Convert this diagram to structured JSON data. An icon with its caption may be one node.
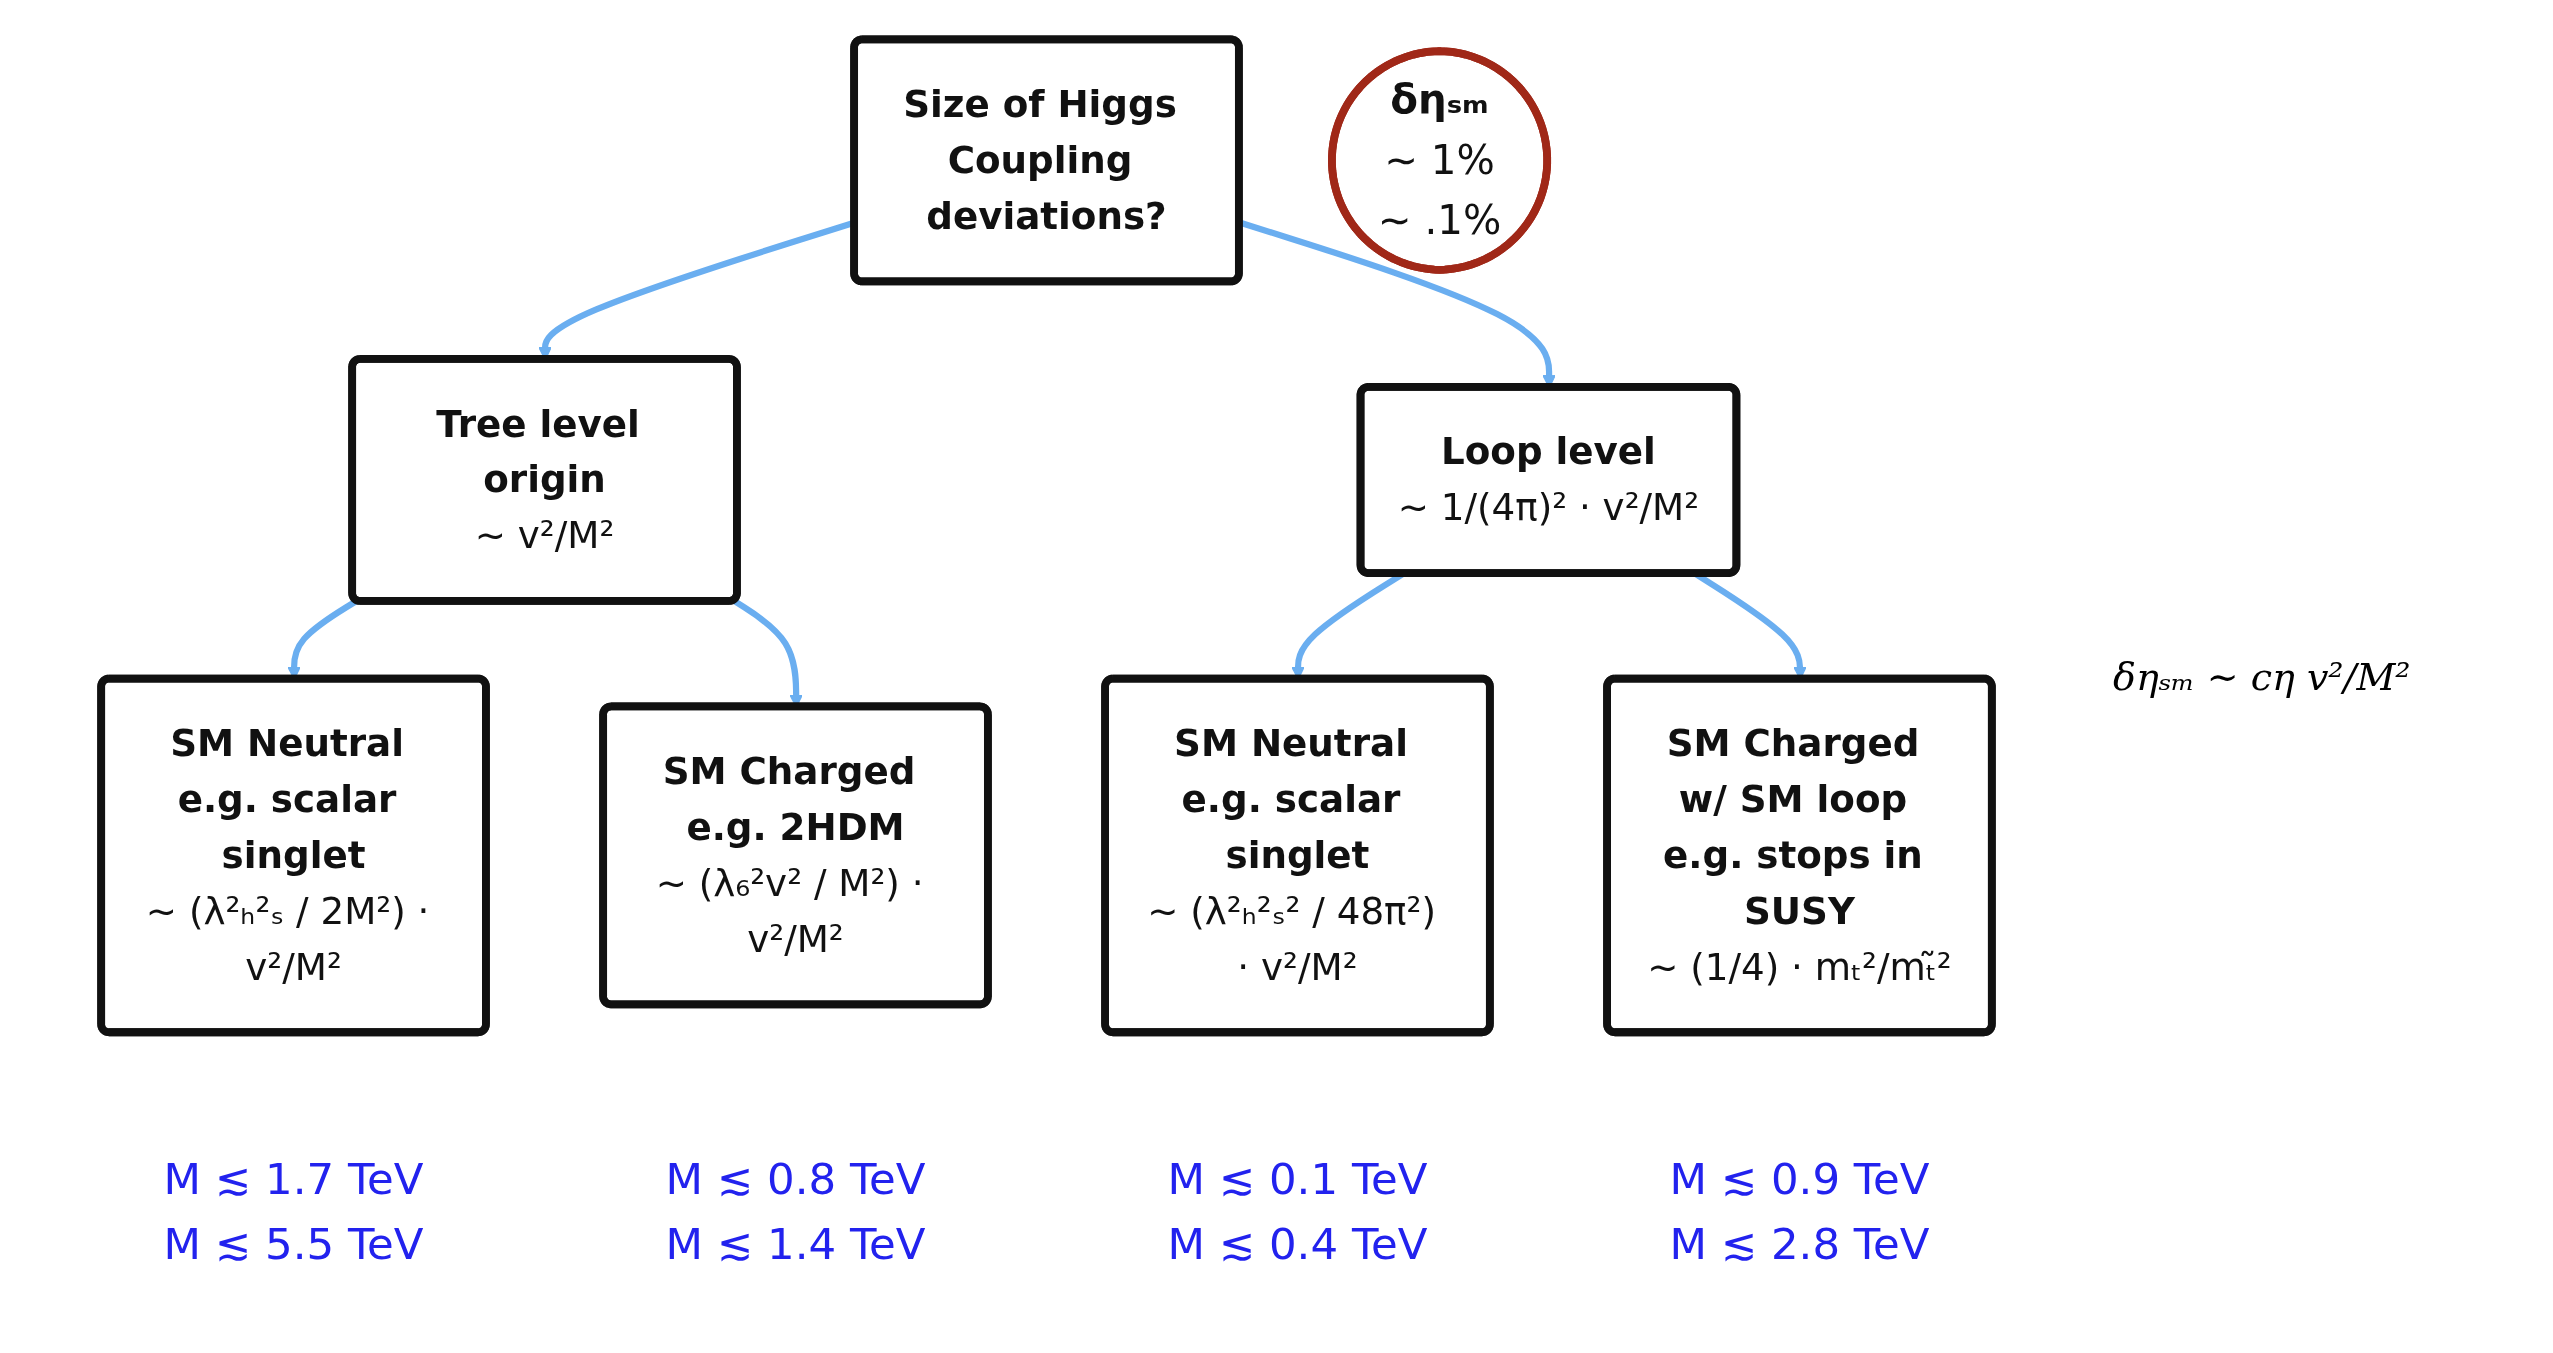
{
  "diagram": {
    "nodes": [
      {
        "text": [
          "Size of Higgs Coupling deviations?"
        ]
      },
      {
        "text": [
          "δηₛₘ",
          "∼ 1%",
          "∼ .1%"
        ]
      },
      {
        "text": [
          "Tree level origin",
          "∼ v²/M²"
        ]
      },
      {
        "text": [
          "Loop level",
          "∼ 1/(4π)² · v²/M²"
        ]
      },
      {
        "text": [
          "SM Neutral e.g. scalar singlet",
          "∼ (λ²ₕ²ₛ / 2M²) · v²/M²"
        ],
        "beside": [
          "M ≲ 1.7 TeV",
          "M ≲ 5.5 TeV"
        ]
      },
      {
        "text": [
          "SM Charged e.g. 2HDM",
          "∼ (λ₆²v² / M²) · v²/M²"
        ],
        "beside": [
          "M ≲ 0.8 TeV",
          "M ≲ 1.4 TeV"
        ]
      },
      {
        "text": [
          "SM Neutral e.g. scalar singlet",
          "∼ (λ²ₕ²ₛ² / 48π²) · v²/M²"
        ],
        "beside": [
          "M ≲ 0.1 TeV",
          "M ≲ 0.4 TeV"
        ]
      },
      {
        "text": [
          "SM Charged w/ SM loop e.g. stops in SUSY",
          "∼ (1/4) · mₜ²/mₜ̃²"
        ],
        "beside": [
          "M ≲ 0.9 TeV",
          "M ≲ 2.8 TeV"
        ]
      }
    ],
    "edges": [
      {
        "from": 0,
        "to": 2,
        "arrow": "to"
      },
      {
        "from": 0,
        "to": 3,
        "arrow": "to"
      },
      {
        "from": 2,
        "to": 4,
        "arrow": "to"
      },
      {
        "from": 2,
        "to": 5,
        "arrow": "to"
      },
      {
        "from": 3,
        "to": 6,
        "arrow": "to"
      },
      {
        "from": 3,
        "to": 7,
        "arrow": "to"
      }
    ],
    "labels": [
      "δηₛₘ ∼ cη v²/M²"
    ]
  }
}
